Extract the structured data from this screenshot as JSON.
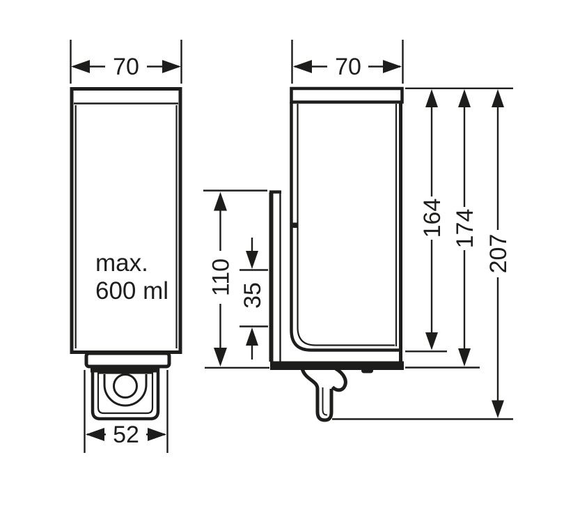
{
  "views": {
    "front": {
      "width_mm": "70",
      "pump_width_mm": "52",
      "capacity_line1": "max.",
      "capacity_line2": "600 ml"
    },
    "side": {
      "width_mm": "70",
      "plate_height_mm": "110",
      "offset_mm": "35",
      "body_height_mm": "164",
      "flange_height_mm": "174",
      "total_height_mm": "207"
    }
  },
  "style": {
    "line_color": "#1d1d1b",
    "background": "#ffffff"
  }
}
